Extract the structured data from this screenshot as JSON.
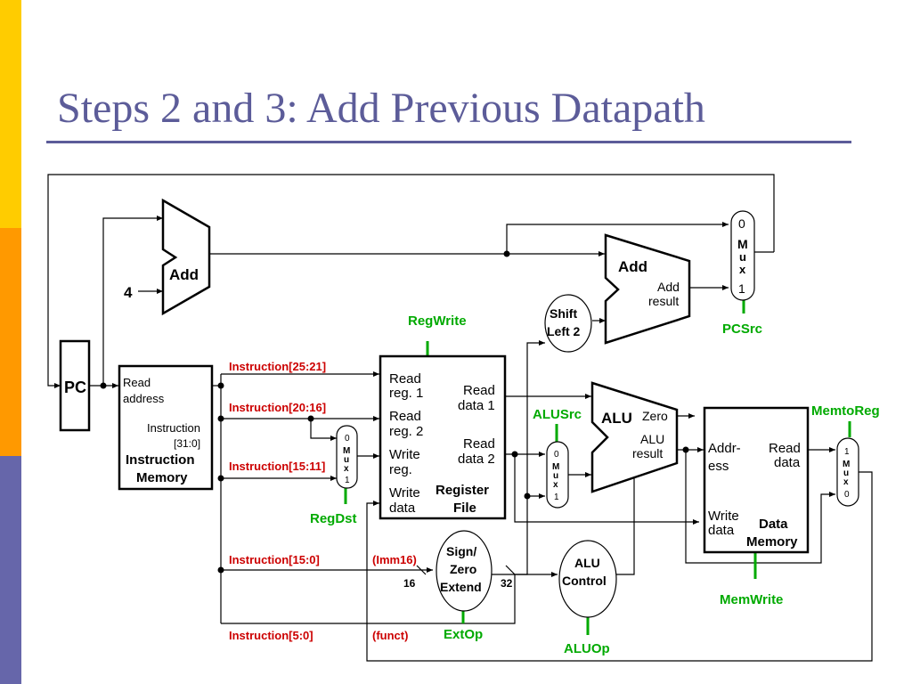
{
  "slide": {
    "title": "Steps 2 and 3:  Add Previous Datapath"
  },
  "diagram": {
    "pc": "PC",
    "const4": "4",
    "add1": "Add",
    "add2": {
      "name": "Add",
      "result1": "Add",
      "result2": "result"
    },
    "shift": [
      "Shift",
      "Left 2"
    ],
    "pc_mux": {
      "zero": "0",
      "m": "M",
      "u": "u",
      "x": "x",
      "one": "1"
    },
    "regdst_mux": {
      "top": "0",
      "m": "M",
      "u": "u",
      "x": "x",
      "bot": "1"
    },
    "alusrc_mux": {
      "top": "0",
      "m": "M",
      "u": "u",
      "x": "x",
      "bot": "1"
    },
    "memtoreg_mux": {
      "top": "1",
      "m": "M",
      "u": "u",
      "x": "x",
      "bot": "0"
    },
    "imem": {
      "read1": "Read",
      "read2": "address",
      "instr1": "Instruction",
      "instr2": "[31:0]",
      "name1": "Instruction",
      "name2": "Memory"
    },
    "regfile": {
      "rr1a": "Read",
      "rr1b": "reg. 1",
      "rr2a": "Read",
      "rr2b": "reg. 2",
      "wra": "Write",
      "wrb": "reg.",
      "wda": "Write",
      "wdb": "data",
      "rd1a": "Read",
      "rd1b": "data 1",
      "rd2a": "Read",
      "rd2b": "data 2",
      "name1": "Register",
      "name2": "File"
    },
    "alu": {
      "name": "ALU",
      "zero": "Zero",
      "res1": "ALU",
      "res2": "result"
    },
    "dmem": {
      "addr1": "Addr-",
      "addr2": "ess",
      "rd1": "Read",
      "rd2": "data",
      "wd1": "Write",
      "wd2": "data",
      "name1": "Data",
      "name2": "Memory"
    },
    "ext": [
      "Sign/",
      "Zero",
      "Extend"
    ],
    "aluctl": [
      "ALU",
      "Control"
    ],
    "bits16": "16",
    "bits32": "32",
    "fields": {
      "f25_21": "Instruction[25:21]",
      "f20_16": "Instruction[20:16]",
      "f15_11": "Instruction[15:11]",
      "f15_0": "Instruction[15:0]",
      "f5_0": "Instruction[5:0]",
      "imm16": "(Imm16)",
      "funct": "(funct)"
    },
    "signals": {
      "regwrite": "RegWrite",
      "regdst": "RegDst",
      "alusrc": "ALUSrc",
      "pcsrc": "PCSrc",
      "memtoreg": "MemtoReg",
      "memwrite": "MemWrite",
      "extop": "ExtOp",
      "aluop": "ALUOp"
    }
  }
}
